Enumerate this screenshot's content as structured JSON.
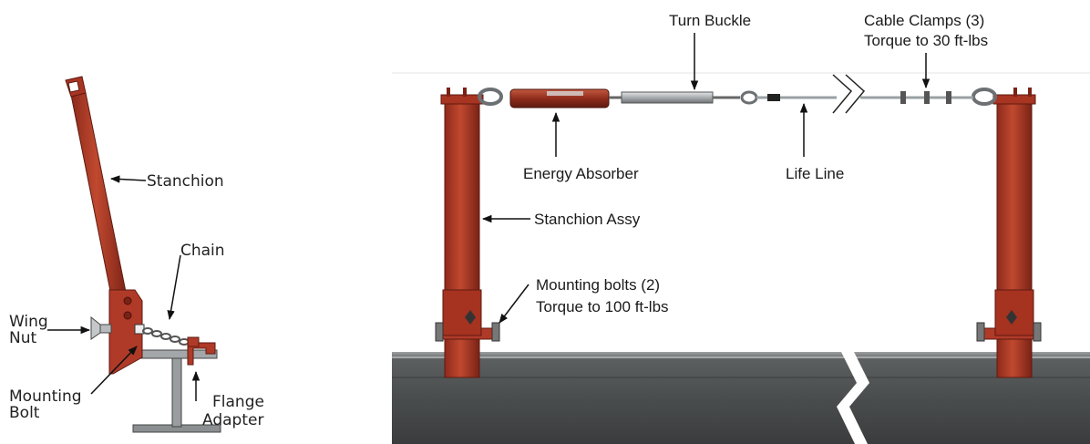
{
  "left_view": {
    "labels": {
      "stanchion": "Stanchion",
      "chain": "Chain",
      "wing_nut_line1": "Wing",
      "wing_nut_line2": "Nut",
      "mounting_bolt_line1": "Mounting",
      "mounting_bolt_line2": "Bolt",
      "flange_adapter_line1": "Flange",
      "flange_adapter_line2": "Adapter"
    }
  },
  "right_view": {
    "labels": {
      "turn_buckle": "Turn Buckle",
      "cable_clamps_line1": "Cable Clamps (3)",
      "cable_clamps_line2": "Torque to 30 ft-lbs",
      "energy_absorber": "Energy Absorber",
      "life_line": "Life Line",
      "stanchion_assy": "Stanchion Assy",
      "mounting_bolts_line1": "Mounting bolts (2)",
      "mounting_bolts_line2": "Torque to 100 ft-lbs"
    }
  },
  "colors": {
    "stanchion_red": "#b23a2a",
    "stanchion_dark": "#7e2418",
    "beam_gray": "#4d4f50",
    "beam_light": "#8a8c8d",
    "cable": "#9aa0a4"
  }
}
